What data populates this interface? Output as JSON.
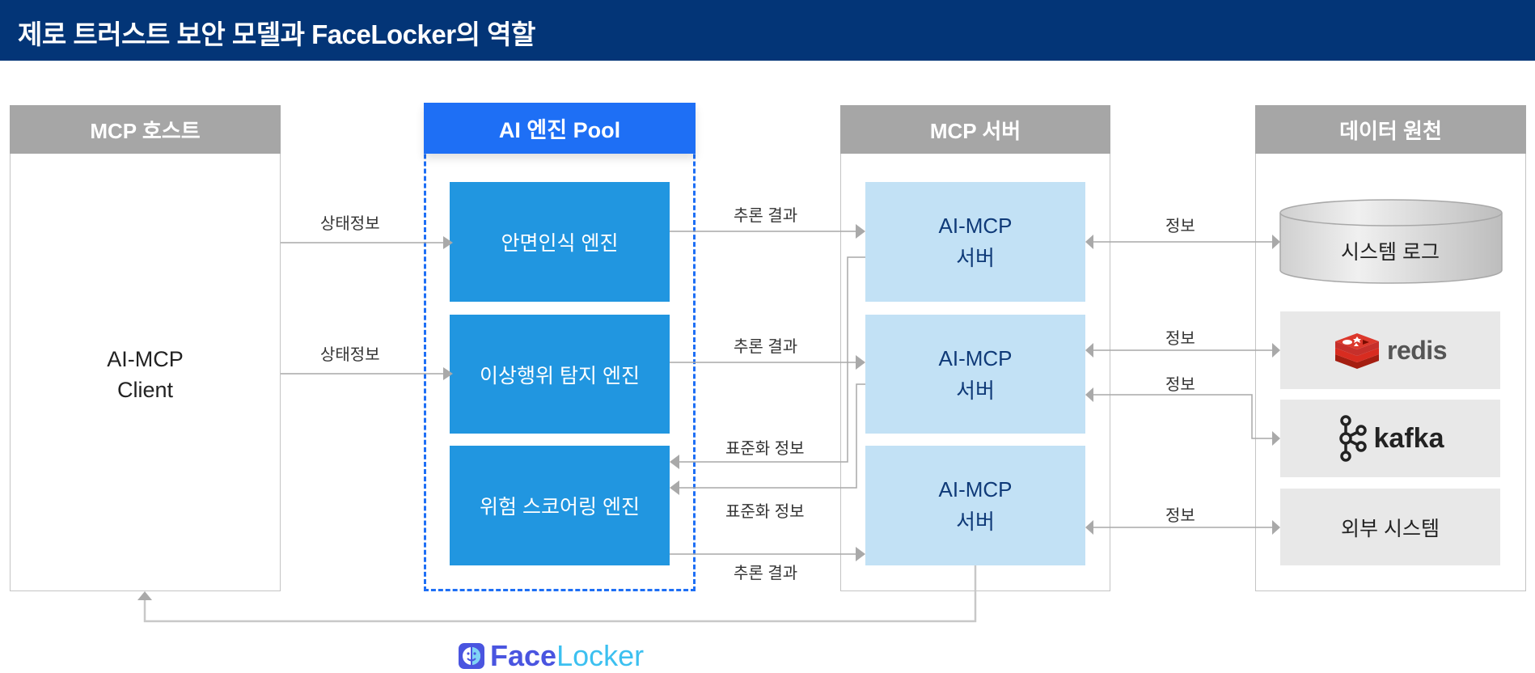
{
  "title": "제로 트러스트 보안 모델과 FaceLocker의 역할",
  "columns": {
    "host": {
      "header": "MCP 호스트",
      "client_line1": "AI-MCP",
      "client_line2": "Client"
    },
    "pool": {
      "header": "AI 엔진 Pool",
      "engines": [
        "안면인식 엔진",
        "이상행위 탐지 엔진",
        "위험 스코어링 엔진"
      ]
    },
    "server": {
      "header": "MCP 서버",
      "servers": [
        {
          "line1": "AI-MCP",
          "line2": "서버"
        },
        {
          "line1": "AI-MCP",
          "line2": "서버"
        },
        {
          "line1": "AI-MCP",
          "line2": "서버"
        }
      ]
    },
    "sources": {
      "header": "데이터 원천",
      "items": [
        "시스템 로그",
        "redis",
        "kafka",
        "외부 시스템"
      ]
    }
  },
  "edge_labels": {
    "host_to_face": "상태정보",
    "host_to_anomaly": "상태정보",
    "face_to_server1": "추론 결과",
    "anomaly_to_server2": "추론 결과",
    "server1_to_risk": "표준화 정보",
    "server2_to_risk": "표준화 정보",
    "risk_to_server3": "추론 결과",
    "server1_to_syslog": "정보",
    "server2_to_redis": "정보",
    "server2_to_kafka": "정보",
    "server3_to_external": "정보"
  },
  "logo": {
    "part1": "Face",
    "part2": "Locker"
  },
  "colors": {
    "title_bg": "#033577",
    "pool_accent": "#1e6ff5",
    "engine": "#2196e0",
    "server": "#c2e1f5",
    "column_header": "#a6a6a6",
    "redis": "#d82c20",
    "logo_dark": "#4a55e0",
    "logo_light": "#3cc0f0"
  }
}
